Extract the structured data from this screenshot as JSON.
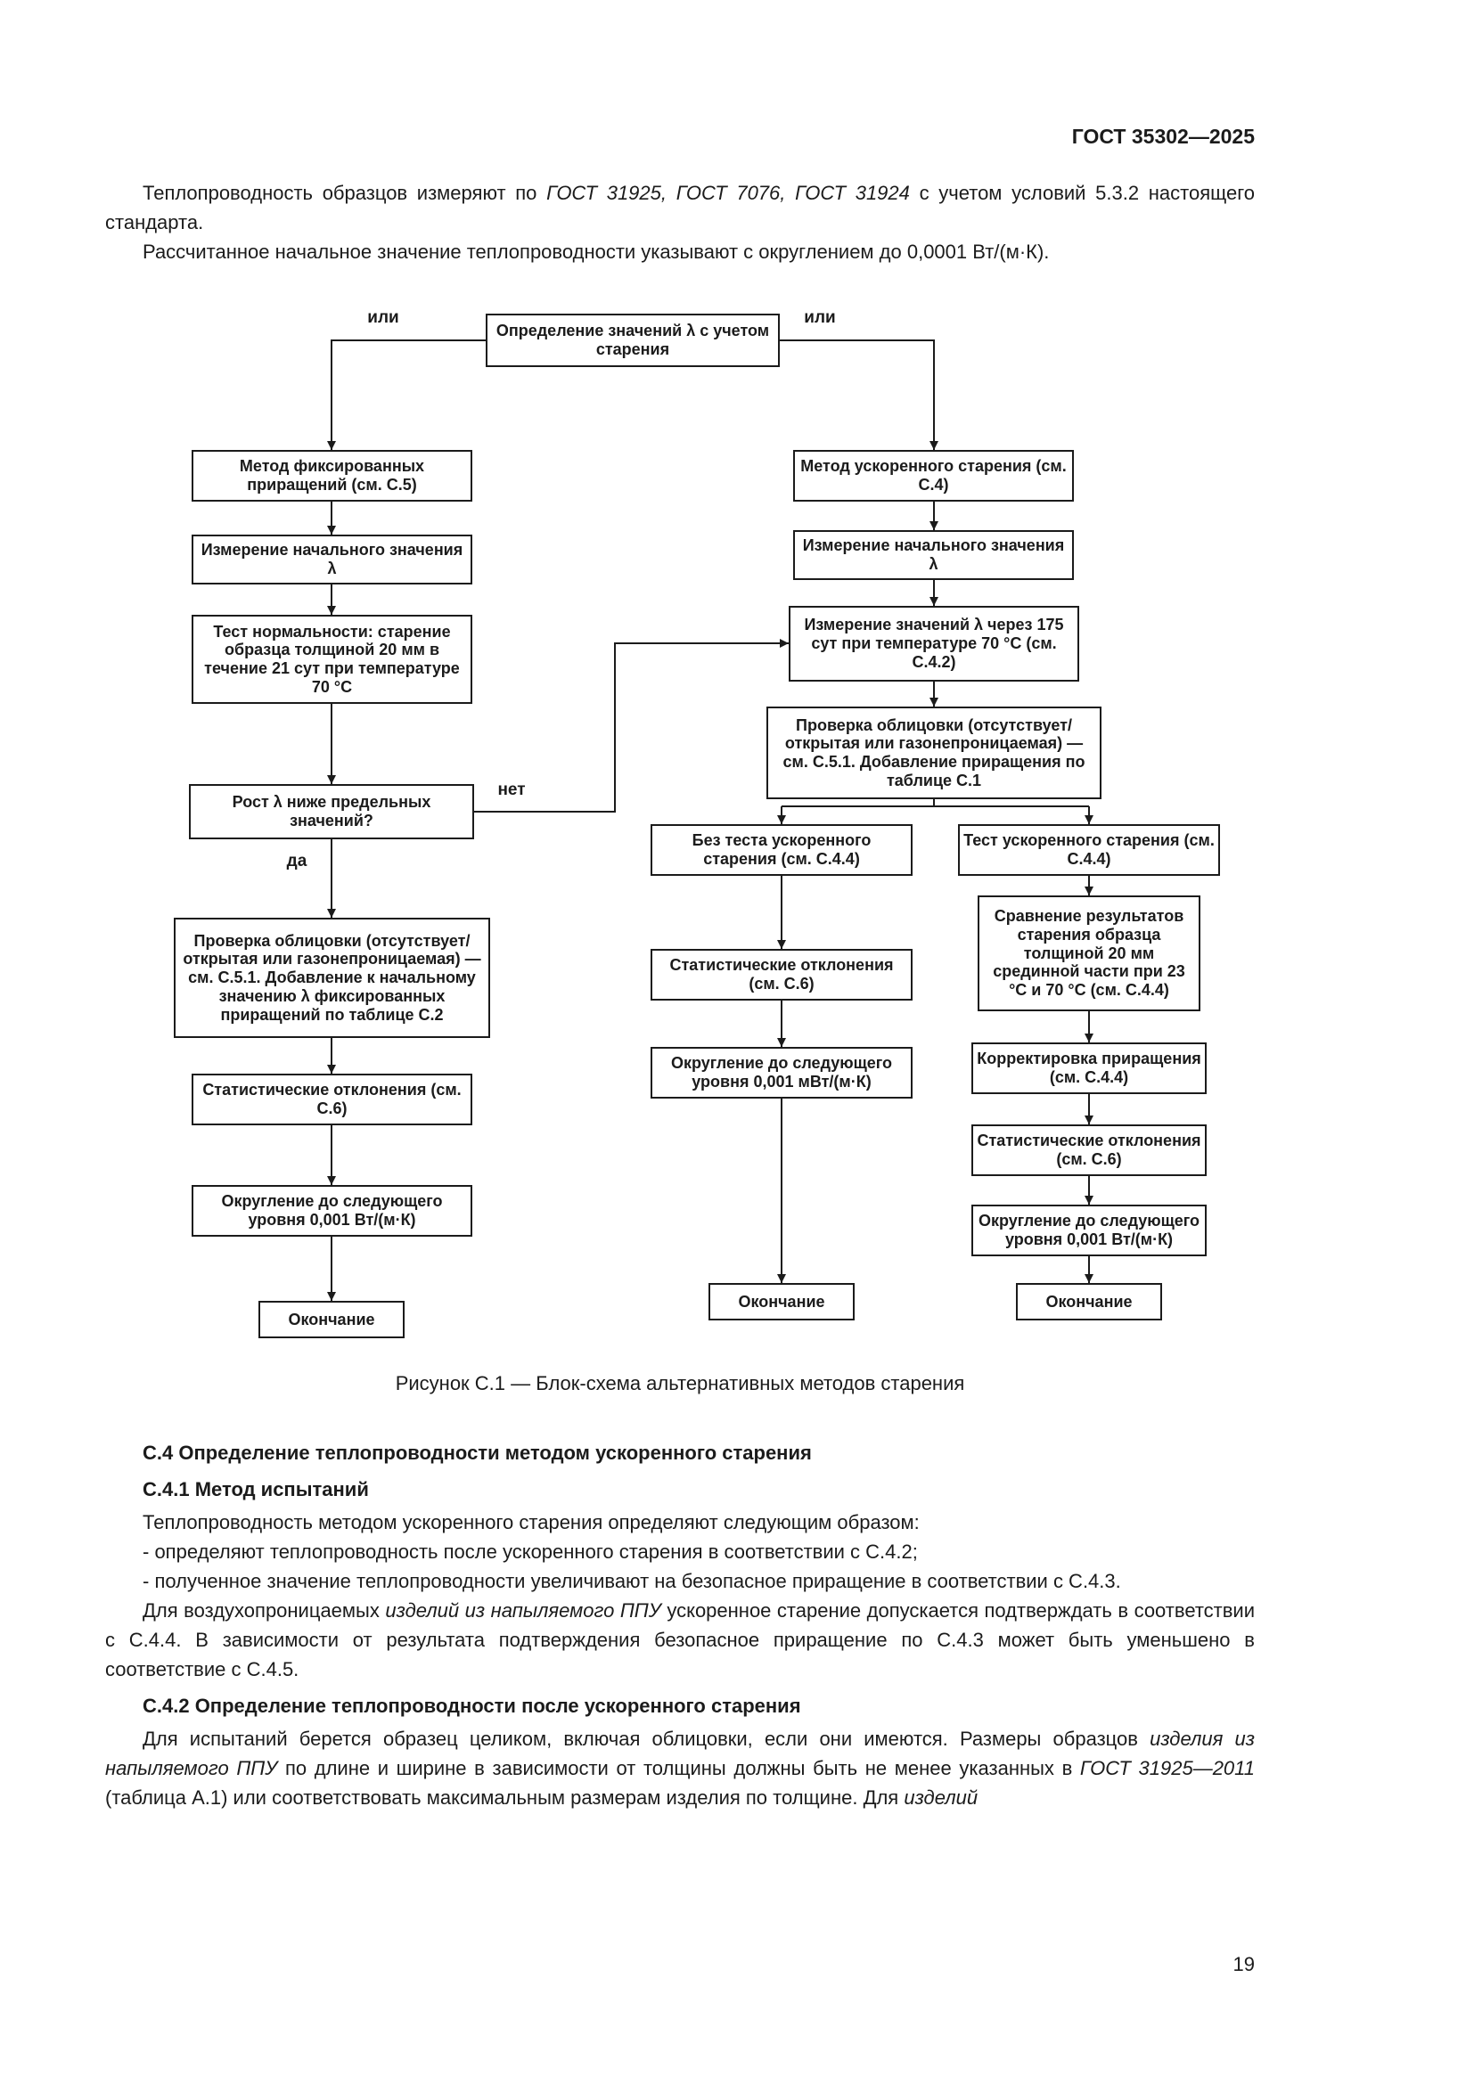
{
  "page": {
    "header": "ГОСТ 35302—2025",
    "number": "19"
  },
  "intro": {
    "p1": {
      "s0": "Теплопроводность образцов измеряют по ",
      "s1": "ГОСТ 31925, ГОСТ 7076, ГОСТ 31924",
      "s2": " с учетом условий 5.3.2 настоящего стандарта."
    },
    "p2": "Рассчитанное начальное значение теплопроводности указывают с округлением до 0,0001 Вт/(м·К)."
  },
  "flow": {
    "labels": {
      "or_left": "или",
      "or_right": "или",
      "no": "нет",
      "yes": "да"
    },
    "nodes": {
      "start": "Определение значений λ с учетом старения",
      "method_fixed": "Метод фиксированных приращений (см. С.5)",
      "method_accel": "Метод ускоренного старения (см. С.4)",
      "measure_initial_left": "Измерение начального значения λ",
      "measure_initial_right": "Измерение начального значения λ",
      "normality": "Тест нормальности: старение образца толщиной 20 мм в течение 21 сут при температуре 70 °С",
      "measure_175": "Измерение значений λ через 175 сут при температуре 70 °С (см. С.4.2)",
      "check_facing_right": "Проверка облицовки (отсутствует/открытая или газонепроницаемая) — см. С.5.1. Добавление приращения по таблице С.1",
      "decision": "Рост λ ниже предельных значений?",
      "check_facing_left": "Проверка облицовки (отсутствует/открытая или газонепроницаемая) — см. С.5.1. Добавление к начальному значению λ фиксированных приращений по таблице С.2",
      "no_test": "Без теста ускоренного старения (см. С.4.4)",
      "test_accel": "Тест ускоренного старения (см. С.4.4)",
      "compare": "Сравнение результатов старения образца толщиной 20 мм срединной части при 23 °С и 70 °С (см. С.4.4)",
      "stat_mid": "Статистические отклонения (см. С.6)",
      "stat_left": "Статистические отклонения (см. С.6)",
      "stat_right": "Статистические отклонения (см. С.6)",
      "corr": "Корректировка приращения (см. С.4.4)",
      "round_mid": "Округление до следующего уровня 0,001 мВт/(м·К)",
      "round_left": "Округление до следующего уровня 0,001 Вт/(м·К)",
      "round_right": "Округление до следующего уровня 0,001 Вт/(м·К)",
      "end_left": "Окончание",
      "end_mid": "Окончание",
      "end_right": "Окончание"
    },
    "caption": "Рисунок С.1 — Блок-схема альтернативных методов старения"
  },
  "sec": {
    "h1": "С.4 Определение теплопроводности методом ускоренного старения",
    "h2": "С.4.1 Метод испытаний",
    "p1": "Теплопроводность методом ускоренного старения определяют следующим образом:",
    "li1": "- определяют теплопроводность после ускоренного старения в соответствии с С.4.2;",
    "li2": "- полученное значение теплопроводности увеличивают на безопасное приращение в соответствии с С.4.3.",
    "p2": {
      "s0": "Для воздухопроницаемых ",
      "s1": "изделий из напыляемого ППУ",
      "s2": " ускоренное старение допускается подтверждать в соответствии с С.4.4. В зависимости от результата подтверждения безопасное приращение по С.4.3 может быть уменьшено в соответствие с С.4.5."
    },
    "h3": "С.4.2 Определение теплопроводности после ускоренного старения",
    "p3": {
      "s0": "Для испытаний берется образец целиком, включая облицовки, если они имеются. Размеры образцов ",
      "s1": "изделия из напыляемого ППУ",
      "s2": " по длине и ширине в зависимости от толщины должны быть не менее указанных в ",
      "s3": "ГОСТ 31925—2011",
      "s4": " (таблица А.1) или соответствовать максимальным размерам изделия по толщине. Для ",
      "s5": "изделий"
    }
  }
}
